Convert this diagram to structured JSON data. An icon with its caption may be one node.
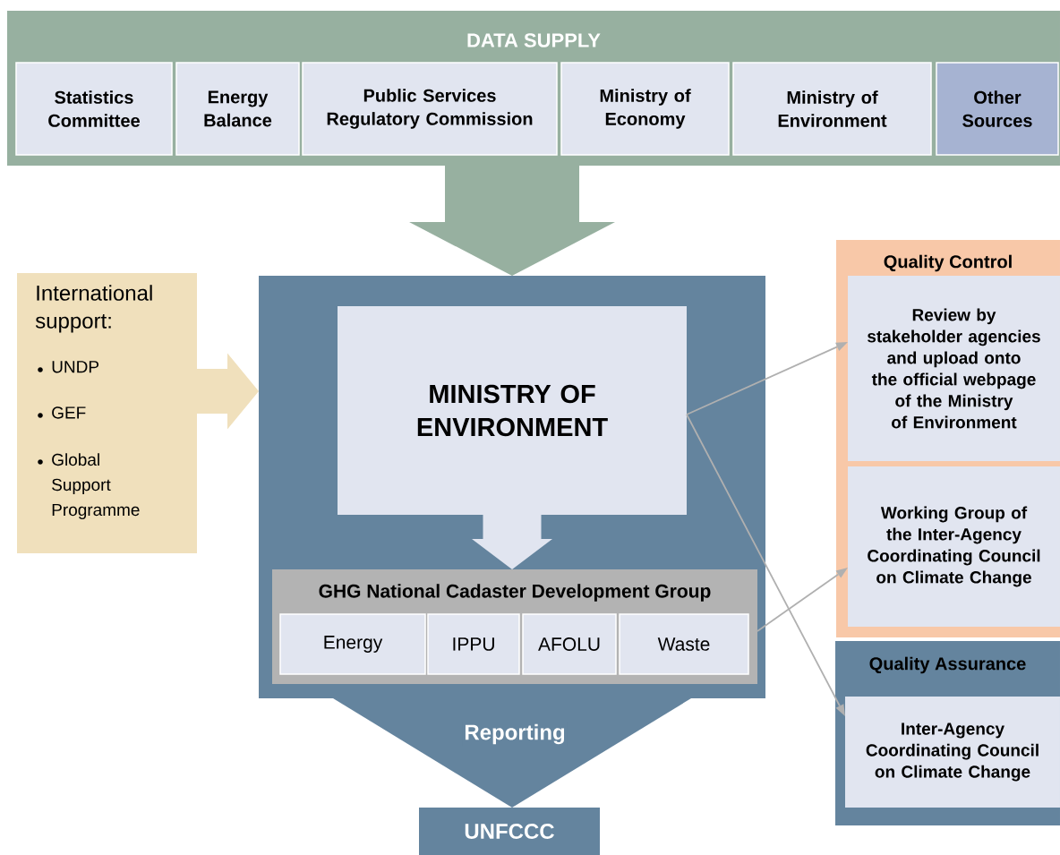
{
  "diagram": {
    "nodes": [
      {
        "text": [
          "DATA SUPPLY"
        ]
      },
      {
        "text": [
          "Statistics Committee"
        ],
        "in": 0
      },
      {
        "text": [
          "Energy Balance"
        ],
        "in": 0
      },
      {
        "text": [
          "Public Services Regulatory Commission"
        ],
        "in": 0
      },
      {
        "text": [
          "Ministry of Economy"
        ],
        "in": 0
      },
      {
        "text": [
          "Ministry of Environment"
        ],
        "in": 0
      },
      {
        "text": [
          "Other Sources"
        ],
        "in": 0
      },
      {
        "text": [
          "International support:",
          "UNDP",
          "GEF",
          "Global Support Programme"
        ]
      },
      {
        "text": [],
        "shape": "box"
      },
      {
        "text": [
          "MINISTRY OF ENVIRONMENT"
        ],
        "in": 8
      },
      {
        "text": [
          "GHG National Cadaster Development Group"
        ],
        "in": 8
      },
      {
        "text": [
          "Energy"
        ],
        "in": 10
      },
      {
        "text": [
          "IPPU"
        ],
        "in": 10
      },
      {
        "text": [
          "AFOLU"
        ],
        "in": 10
      },
      {
        "text": [
          "Waste"
        ],
        "in": 10
      },
      {
        "text": [
          "UNFCCC"
        ]
      },
      {
        "text": [
          "Quality Control"
        ]
      },
      {
        "text": [
          "Review by stakeholder agencies and upload onto the official webpage of the Ministry of Environment"
        ],
        "in": 16
      },
      {
        "text": [
          "Working Group of the Inter-Agency Coordinating Council on Climate Change"
        ],
        "in": 16
      },
      {
        "text": [
          "Quality Assurance"
        ]
      },
      {
        "text": [
          "Inter-Agency Coordinating Council on Climate Change"
        ],
        "in": 19
      }
    ],
    "edges": [
      {
        "from": 0,
        "to": 8,
        "arrow": "to",
        "style": "thick",
        "color": "#97b0a0"
      },
      {
        "from": 7,
        "to": 8,
        "arrow": "to",
        "style": "thick",
        "color": "#f0e0bc"
      },
      {
        "from": 9,
        "to": 10,
        "arrow": "to",
        "style": "thick",
        "color": "#e1e5f0"
      },
      {
        "from": 8,
        "to": 15,
        "arrow": "to",
        "style": "thick",
        "color": "#64849e",
        "label": "Reporting"
      },
      {
        "from": 9,
        "to": 17,
        "arrow": "to"
      },
      {
        "from": 9,
        "to": 20,
        "arrow": "to"
      },
      {
        "from": 10,
        "to": 18,
        "arrow": "to"
      }
    ]
  }
}
